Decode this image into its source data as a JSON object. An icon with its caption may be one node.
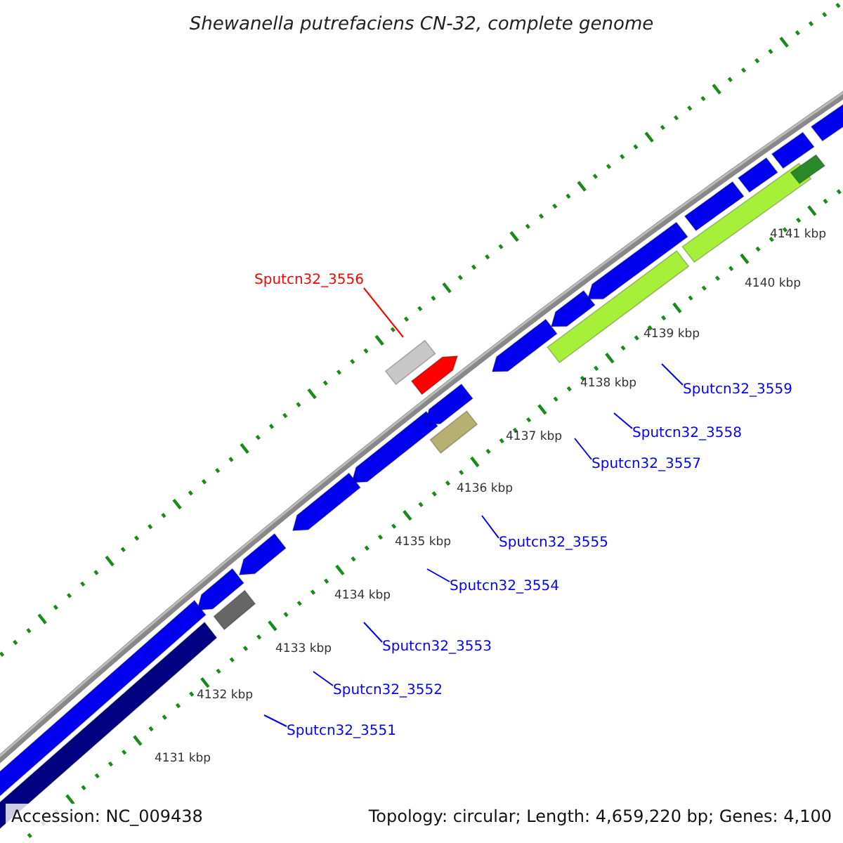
{
  "diagram": {
    "title": "Shewanella putrefaciens CN-32, complete genome",
    "nodes": [
      {
        "text": [
          "Sputcn32_3556"
        ]
      },
      {
        "text": [
          "Sputcn32_3559"
        ]
      },
      {
        "text": [
          "Sputcn32_3558"
        ]
      },
      {
        "text": [
          "Sputcn32_3557"
        ]
      },
      {
        "text": [
          "Sputcn32_3555"
        ]
      },
      {
        "text": [
          "Sputcn32_3554"
        ]
      },
      {
        "text": [
          "Sputcn32_3553"
        ]
      },
      {
        "text": [
          "Sputcn32_3552"
        ]
      },
      {
        "text": [
          "Sputcn32_3551"
        ]
      }
    ],
    "edges": [
      {
        "from": 0,
        "to": null,
        "arrow": "none",
        "color": "#ff0000"
      },
      {
        "from": 1,
        "to": null,
        "arrow": "none"
      },
      {
        "from": 2,
        "to": null,
        "arrow": "none"
      },
      {
        "from": 3,
        "to": null,
        "arrow": "none"
      },
      {
        "from": 4,
        "to": null,
        "arrow": "none"
      },
      {
        "from": 5,
        "to": null,
        "arrow": "none"
      },
      {
        "from": 6,
        "to": null,
        "arrow": "none"
      },
      {
        "from": 7,
        "to": null,
        "arrow": "none"
      },
      {
        "from": 8,
        "to": null,
        "arrow": "none"
      }
    ],
    "labels": [
      "4141 kbp",
      "4140 kbp",
      "4139 kbp",
      "4138 kbp",
      "4137 kbp",
      "4136 kbp",
      "4135 kbp",
      "4134 kbp",
      "4133 kbp",
      "4132 kbp",
      "4131 kbp",
      "Accession: NC_009438",
      "Topology: circular; Length: 4,659,220 bp; Genes: 4,100"
    ]
  }
}
